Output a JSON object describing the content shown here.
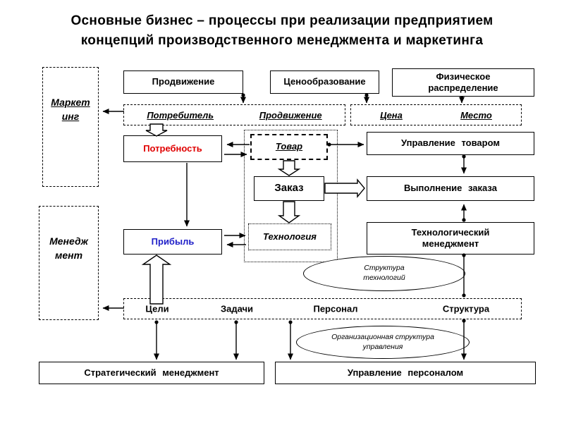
{
  "title": {
    "line1": "Основные бизнес – процессы при реализации предприятием",
    "line2": "концепций производственного менеджмента и маркетинга"
  },
  "sections": {
    "marketing": {
      "line1": "Маркет",
      "line2": "инг"
    },
    "management": {
      "line1": "Менедж",
      "line2": "мент"
    }
  },
  "marketing_mix": {
    "promotion_box": "Продвижение",
    "pricing_box": "Ценообразование",
    "distribution_box": {
      "line1": "Физическое",
      "line2": "распределение"
    },
    "consumer": "Потребитель",
    "promotion": "Продвижение",
    "price": "Цена",
    "place": "Место"
  },
  "core": {
    "need": "Потребность",
    "product": "Товар",
    "order": "Заказ",
    "technology": "Технология",
    "profit": "Прибыль"
  },
  "right_processes": {
    "product_management": "Управление товаром",
    "order_fulfillment": "Выполнение заказа",
    "technology_management": {
      "line1": "Технологический",
      "line2": "менеджмент"
    }
  },
  "ellipses": {
    "tech_structure": {
      "line1": "Структура",
      "line2": "технологий"
    },
    "org_structure": {
      "line1": "Организационная структура",
      "line2": "управления"
    }
  },
  "management_band": {
    "goals": "Цели",
    "tasks": "Задачи",
    "personnel": "Персонал",
    "structure": "Структура"
  },
  "bottom": {
    "strategic_management": "Стратегический менеджмент",
    "hr_management": "Управление персоналом"
  },
  "colors": {
    "need_text": "#e00000",
    "profit_text": "#2020c8",
    "line": "#000000",
    "background": "#ffffff"
  }
}
